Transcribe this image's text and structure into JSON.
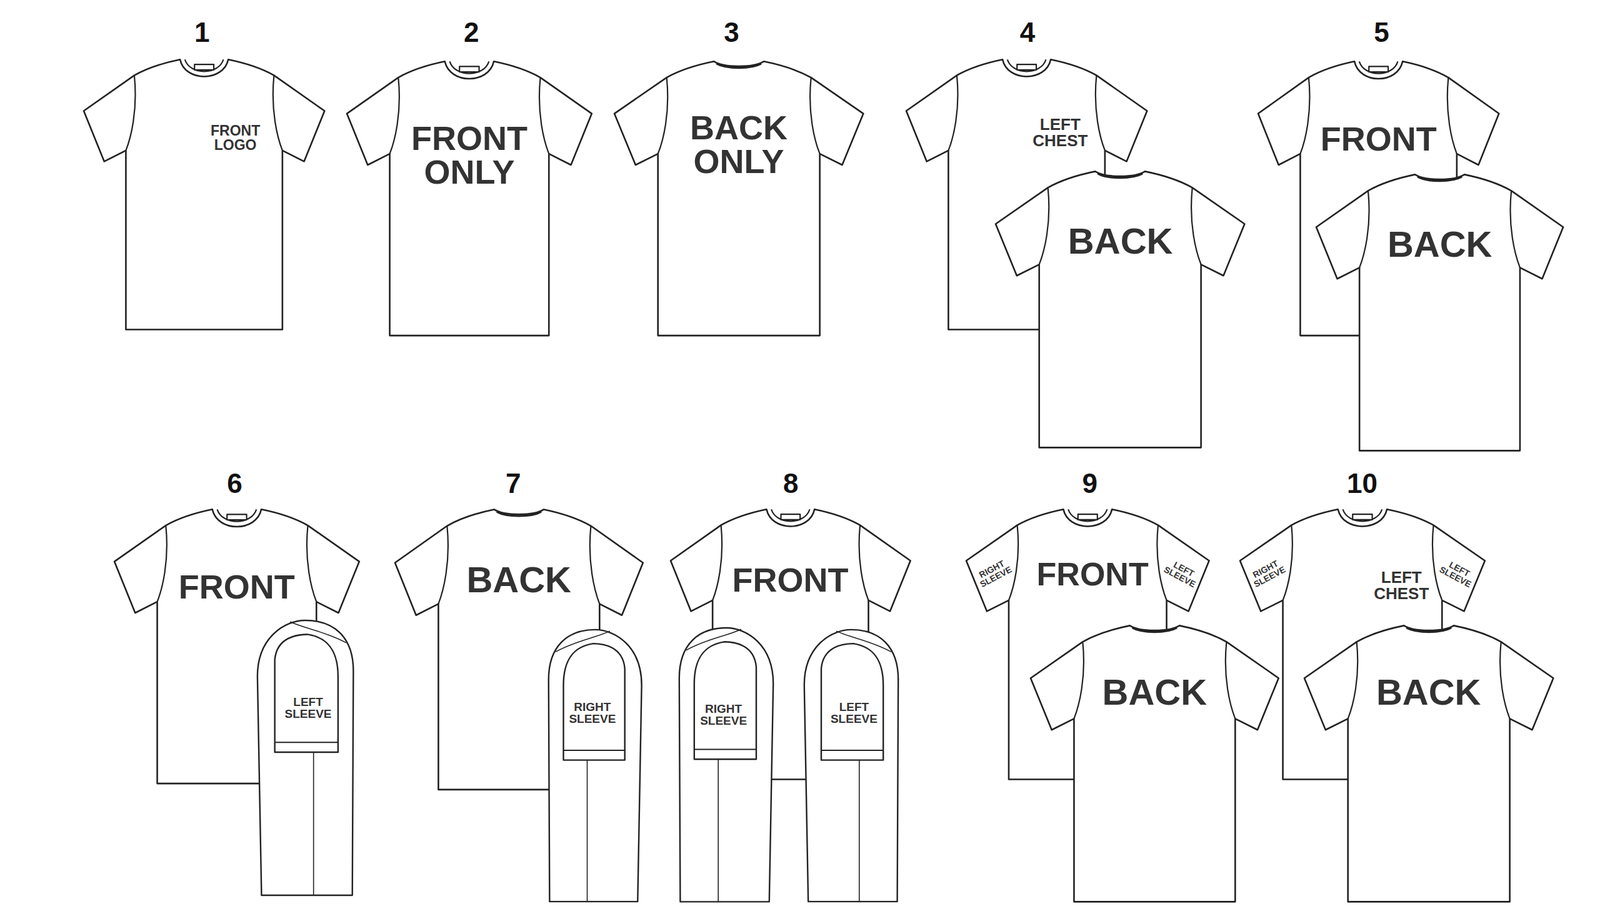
{
  "diagram": {
    "nodes": [
      {
        "text": [
          "FRONT LOGO"
        ]
      },
      {
        "text": [
          "FRONT ONLY"
        ]
      },
      {
        "text": [
          "BACK ONLY"
        ]
      },
      {
        "text": [
          "LEFT CHEST"
        ]
      },
      {
        "text": [
          "BACK"
        ]
      },
      {
        "text": [
          "FRONT"
        ]
      },
      {
        "text": [
          "BACK"
        ]
      },
      {
        "text": [
          "FRONT"
        ]
      },
      {
        "text": [
          "LEFT SLEEVE"
        ]
      },
      {
        "text": [
          "BACK"
        ]
      },
      {
        "text": [
          "RIGHT SLEEVE"
        ]
      },
      {
        "text": [
          "FRONT"
        ]
      },
      {
        "text": [
          "RIGHT SLEEVE"
        ]
      },
      {
        "text": [
          "LEFT SLEEVE"
        ]
      },
      {
        "text": [
          "RIGHT SLEEVE",
          "FRONT",
          "LEFT SLEEVE"
        ]
      },
      {
        "text": [
          "BACK"
        ]
      },
      {
        "text": [
          "RIGHT SLEEVE",
          "LEFT SLEEVE",
          "LEFT CHEST"
        ]
      },
      {
        "text": [
          "BACK"
        ]
      }
    ],
    "labels": [
      "1",
      "2",
      "3",
      "4",
      "5",
      "6",
      "7",
      "8",
      "9",
      "10"
    ]
  }
}
